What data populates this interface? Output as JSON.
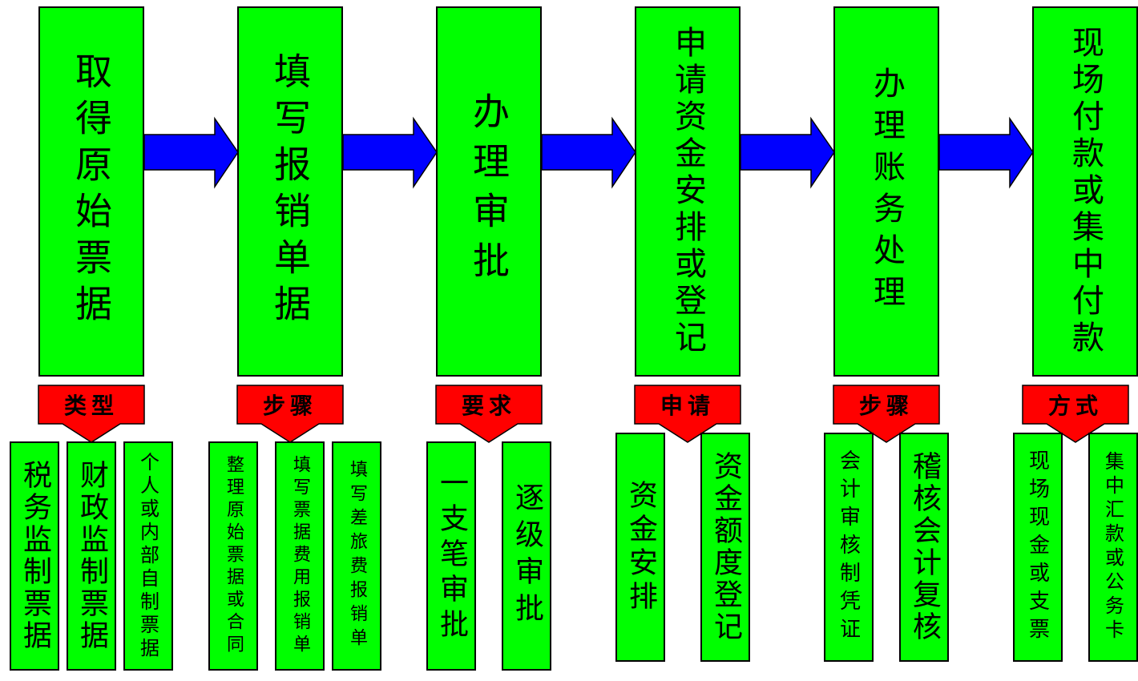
{
  "steps": [
    {
      "title": "取得原始票据",
      "label": "类型",
      "items": [
        "税务监制票据",
        "财政监制票据",
        "个人或内部自制票据"
      ]
    },
    {
      "title": "填写报销单据",
      "label": "步骤",
      "items": [
        "整理原始票据或合同",
        "填写票据费用报销单",
        "填写差旅费报销单"
      ]
    },
    {
      "title": "办理审批",
      "label": "要求",
      "items": [
        "一支笔审批",
        "逐级审批"
      ]
    },
    {
      "title": "申请资金安排或登记",
      "label": "申请",
      "items": [
        "资金安排",
        "资金额度登记"
      ]
    },
    {
      "title": "办理账务处理",
      "label": "步骤",
      "items": [
        "会计审核制凭证",
        "稽核会计复核"
      ]
    },
    {
      "title": "现场付款或集中付款",
      "label": "方式",
      "items": [
        "现场现金或支票",
        "集中汇款或公务卡"
      ]
    }
  ],
  "colors": {
    "box": "#00ff00",
    "arrow": "#0000ff",
    "label": "#ff0000"
  }
}
